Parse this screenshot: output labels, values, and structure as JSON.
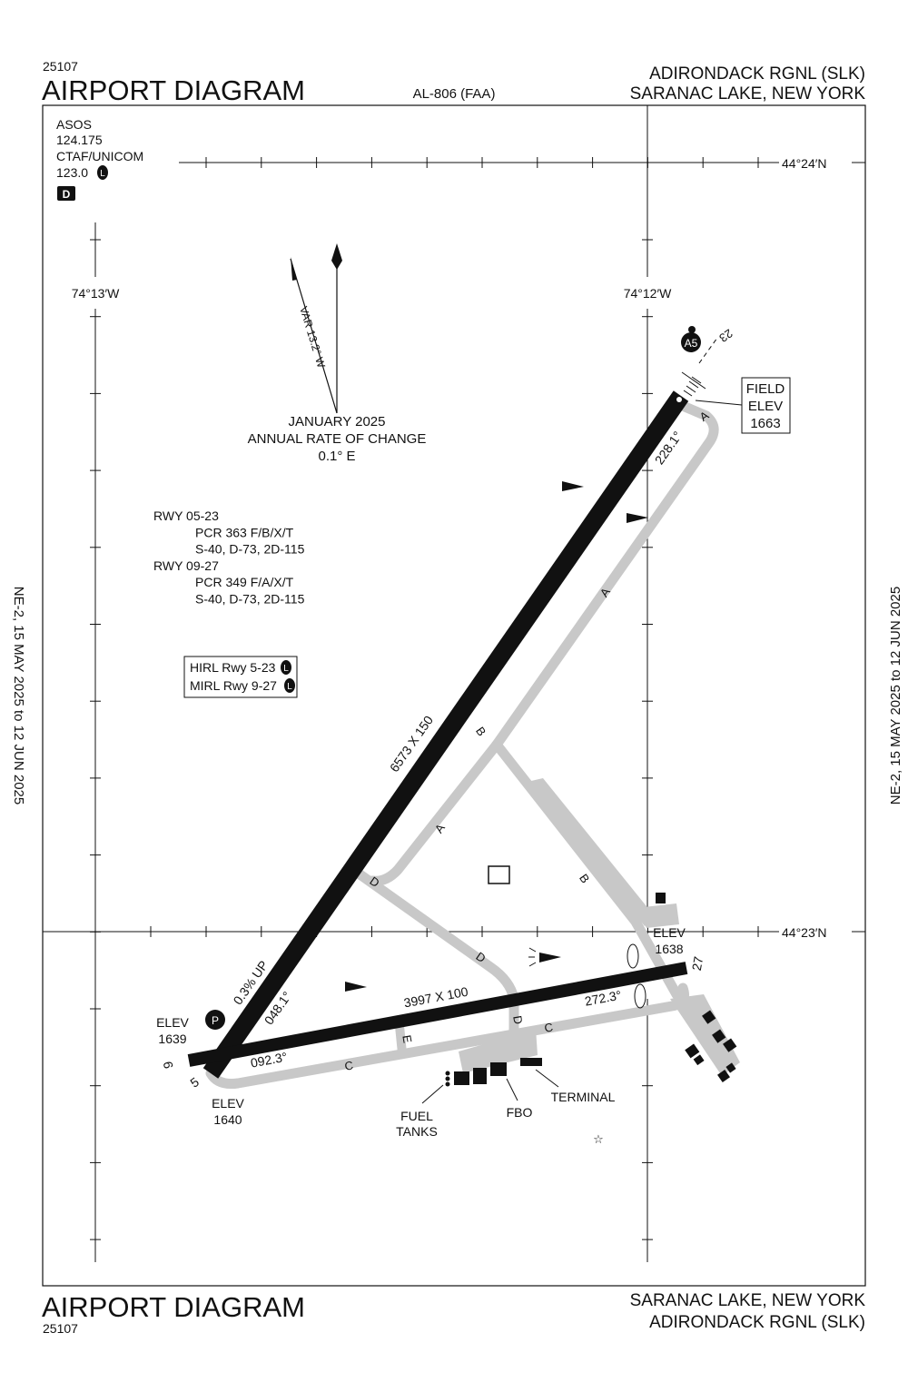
{
  "header": {
    "chart_number": "25107",
    "title": "AIRPORT DIAGRAM",
    "center_id": "AL-806 (FAA)",
    "airport_name": "ADIRONDACK RGNL (SLK)",
    "location": "SARANAC LAKE, NEW YORK"
  },
  "footer": {
    "title": "AIRPORT DIAGRAM",
    "chart_number": "25107",
    "location": "SARANAC LAKE, NEW YORK",
    "airport_name": "ADIRONDACK RGNL (SLK)"
  },
  "side_labels": {
    "left": "NE-2,  15 MAY 2025  to  12 JUN 2025",
    "right": "NE-2,  15 MAY 2025  to  12 JUN 2025"
  },
  "comms": {
    "asos_label": "ASOS",
    "asos_freq": "124.175",
    "ctaf_label": "CTAF/UNICOM",
    "ctaf_freq": "123.0",
    "lighting_badge": "L",
    "d_badge": "D"
  },
  "coordinates": {
    "lat_north": "44°24′N",
    "lat_south": "44°23′N",
    "lon_west": "74°13′W",
    "lon_east": "74°12′W"
  },
  "magnetic": {
    "variation": "VAR 13.2° W",
    "date": "JANUARY 2025",
    "rate_label": "ANNUAL RATE OF CHANGE",
    "rate_value": "0.1° E"
  },
  "runway_data": {
    "lines": [
      {
        "text": "RWY 05-23",
        "indent": false
      },
      {
        "text": "PCR 363 F/B/X/T",
        "indent": true
      },
      {
        "text": "S-40, D-73, 2D-115",
        "indent": true
      },
      {
        "text": "RWY 09-27",
        "indent": false
      },
      {
        "text": "PCR 349 F/A/X/T",
        "indent": true
      },
      {
        "text": "S-40, D-73, 2D-115",
        "indent": true
      }
    ]
  },
  "lighting": {
    "hirl": "HIRL Rwy 5-23",
    "mirl": "MIRL Rwy 9-27",
    "badge": "L"
  },
  "field_elev": {
    "label1": "FIELD",
    "label2": "ELEV",
    "value": "1663"
  },
  "runways": {
    "rwy_05_23": {
      "dimensions": "6573 X 150",
      "end_05": "5",
      "end_23": "23",
      "heading_05": "048.1°",
      "heading_23": "228.1°",
      "gradient": "0.3% UP",
      "elev_05_label": "ELEV",
      "elev_05": "1640"
    },
    "rwy_09_27": {
      "dimensions": "3997 X 100",
      "end_09": "9",
      "end_27": "27",
      "heading_09": "092.3°",
      "heading_27": "272.3°",
      "elev_09_label": "ELEV",
      "elev_09": "1639",
      "elev_27_label": "ELEV",
      "elev_27": "1638"
    }
  },
  "taxiways": [
    "A",
    "A",
    "A",
    "B",
    "B",
    "C",
    "C",
    "D",
    "D",
    "D",
    "E"
  ],
  "badges": {
    "a5": "A5",
    "parking": "P"
  },
  "buildings": {
    "fuel": "FUEL",
    "fuel2": "TANKS",
    "fbo": "FBO",
    "terminal": "TERMINAL"
  }
}
